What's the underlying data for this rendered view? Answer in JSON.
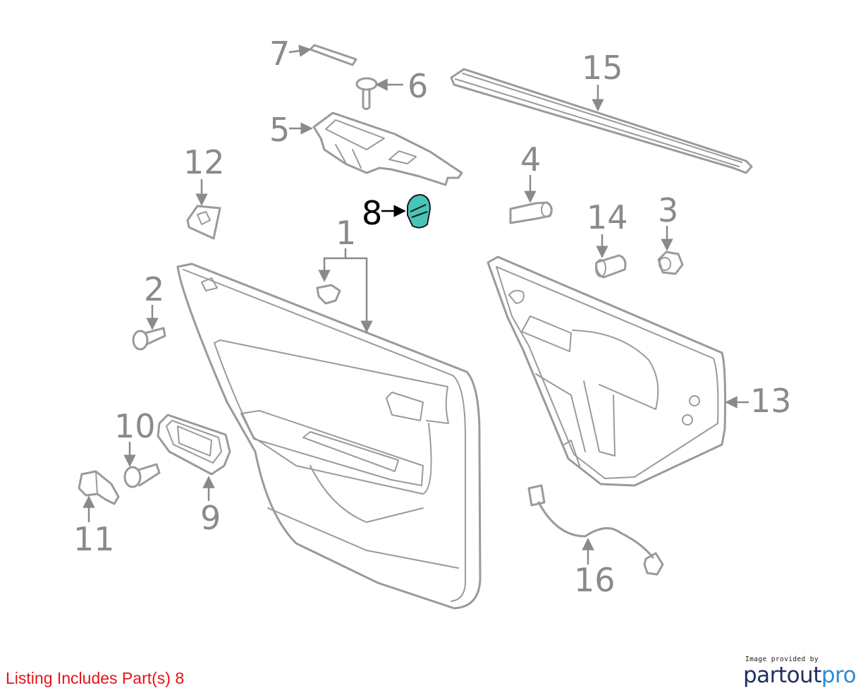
{
  "callouts": {
    "c1": "1",
    "c2": "2",
    "c3": "3",
    "c4": "4",
    "c5": "5",
    "c6": "6",
    "c7": "7",
    "c8": "8",
    "c9": "9",
    "c10": "10",
    "c11": "11",
    "c12": "12",
    "c13": "13",
    "c14": "14",
    "c15": "15",
    "c16": "16"
  },
  "highlight": {
    "part": "8",
    "fill_color": "#49c4b8"
  },
  "footer": {
    "listing_note": "Listing Includes Part(s) 8",
    "credit_small": "Image provided by",
    "credit_logo_a": "partout",
    "credit_logo_b": "pro"
  },
  "colors": {
    "note": "#e3151a",
    "line_art": "#9a9a9a",
    "logo_dark": "#1f2f5f",
    "logo_blue": "#2a8dd4"
  }
}
